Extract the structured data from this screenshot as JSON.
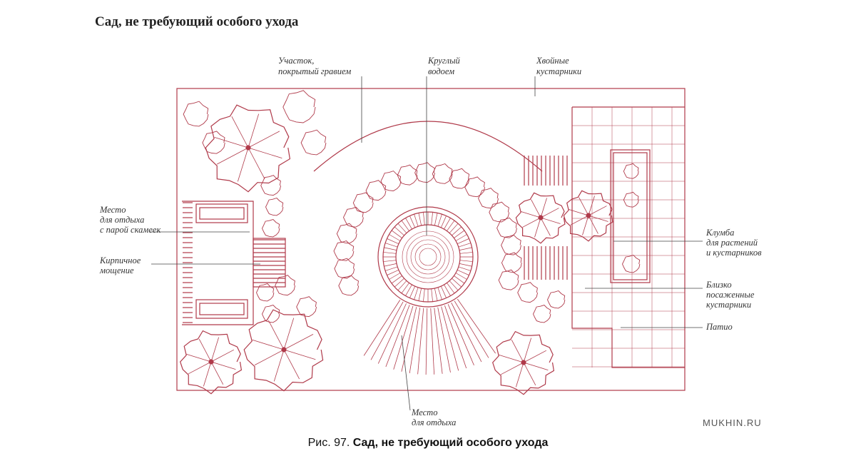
{
  "title": "Сад, не требующий особого ухода",
  "labels": {
    "gravel": [
      "Участок,",
      "покрытый гравием"
    ],
    "pond": [
      "Круглый",
      "водоем"
    ],
    "conifers": [
      "Хвойные",
      "кустарники"
    ],
    "bench": [
      "Место",
      "для отдыха",
      "с парой скамеек"
    ],
    "brick": [
      "Кирпичное",
      "мощение"
    ],
    "flowerbed": [
      "Клумба",
      "для растений",
      "и кустарников"
    ],
    "shrubs": [
      "Близко",
      "посаженные",
      "кустарники"
    ],
    "patio": [
      "Патио"
    ],
    "rest": [
      "Место",
      "для отдыха"
    ]
  },
  "watermark": "MUKHIN.RU",
  "caption": {
    "prefix": "Рис. 97.",
    "text": "Сад, не требующий особого ухода"
  },
  "colors": {
    "ink": "#b03a4a",
    "leader": "#444444",
    "text": "#333333"
  }
}
